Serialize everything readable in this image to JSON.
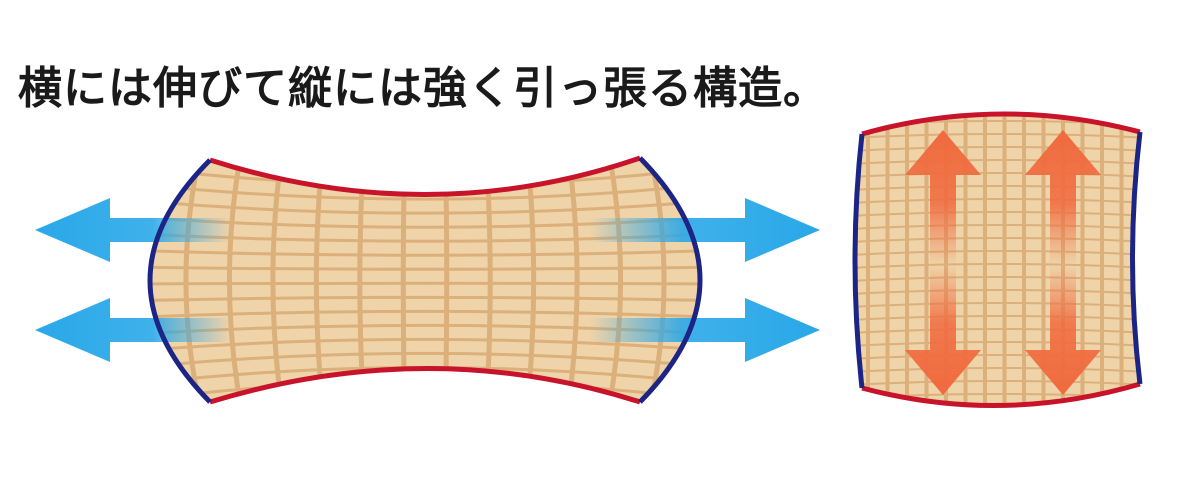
{
  "caption": "横には伸びて縦には強く引っ張る構造。",
  "colors": {
    "fabric_fill": "#efd3a9",
    "fabric_grid": "#dcb07a",
    "edge_top_bottom": "#c8142a",
    "edge_sides": "#1c2585",
    "arrow_horizontal": "#29a8e8",
    "arrow_vertical": "#f06a3e"
  },
  "icons": [
    "horizontal-stretch-arrow",
    "vertical-pull-arrow"
  ]
}
